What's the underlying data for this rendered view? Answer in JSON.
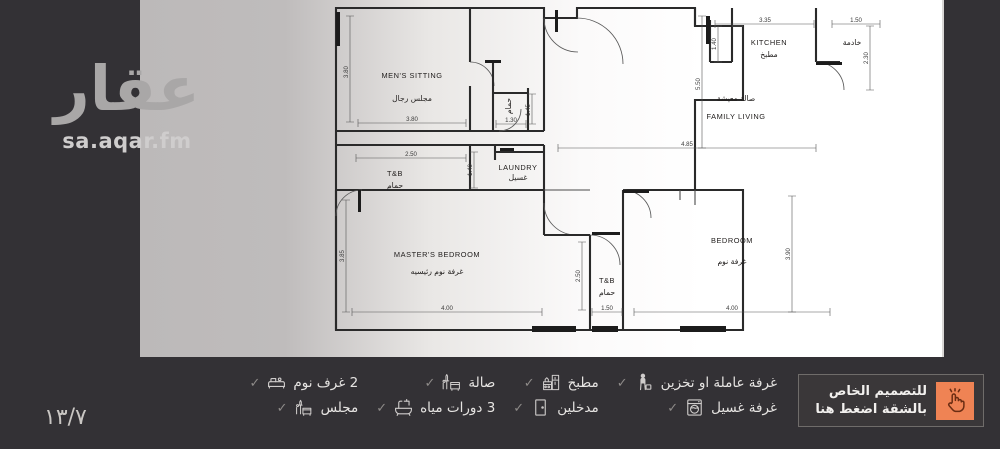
{
  "watermark": {
    "logo_text": "عقار",
    "url": "sa.aqar.fm"
  },
  "page_counter": "١٣/٧",
  "floorplan": {
    "rooms": [
      {
        "en": "MEN'S SITTING",
        "ar": "مجلس رجال",
        "w": "3.80",
        "h": "3.80"
      },
      {
        "en": "",
        "ar": "حمام",
        "w": "1.30",
        "h": "1.45"
      },
      {
        "en": "KITCHEN",
        "ar": "مطبخ",
        "w": "3.35",
        "h": "1.40"
      },
      {
        "en": "",
        "ar": "خادمة",
        "w": "1.50",
        "h": "2.30"
      },
      {
        "en": "FAMILY LIVING",
        "ar": "صالة معيشة",
        "w": "4.85",
        "h": "5.50"
      },
      {
        "en": "T&B",
        "ar": "حمام",
        "w": "2.50",
        "h": "1.40"
      },
      {
        "en": "LAUNDRY",
        "ar": "غسيل",
        "w": "",
        "h": ""
      },
      {
        "en": "MASTER'S BEDROOM",
        "ar": "غرفة نوم رئيسيه",
        "w": "4.00",
        "h": "3.85"
      },
      {
        "en": "T&B",
        "ar": "حمام",
        "w": "1.50",
        "h": "2.50"
      },
      {
        "en": "BEDROOM",
        "ar": "غرفة نوم",
        "w": "4.00",
        "h": "3.90"
      }
    ],
    "labels": {
      "mens_sitting_en": "MEN'S SITTING",
      "mens_sitting_ar": "مجلس رجال",
      "bath1_ar": "حمام",
      "kitchen_en": "KITCHEN",
      "kitchen_ar": "مطبخ",
      "maid_ar": "خادمة",
      "family_en": "FAMILY LIVING",
      "family_ar": "صالة معيشة",
      "tb1_en": "T&B",
      "tb1_ar": "حمام",
      "laundry_en": "LAUNDRY",
      "laundry_ar": "غسيل",
      "master_en": "MASTER'S BEDROOM",
      "master_ar": "غرفة نوم رئيسيه",
      "tb2_en": "T&B",
      "tb2_ar": "حمام",
      "bedroom_en": "BEDROOM",
      "bedroom_ar": "غرفة نوم"
    },
    "dimensions": {
      "d_mens_w": "3.80",
      "d_mens_h": "3.80",
      "d_bath1_w": "1.30",
      "d_bath1_h": "1.45",
      "d_kitchen_w": "3.35",
      "d_kitchen_h": "1.40",
      "d_maid_w": "1.50",
      "d_maid_h": "2.30",
      "d_family_w": "4.85",
      "d_family_h": "5.50",
      "d_tb1_w": "2.50",
      "d_tb1_h": "1.40",
      "d_master_w": "4.00",
      "d_master_h": "3.85",
      "d_tb2_w": "1.50",
      "d_tb2_h": "2.50",
      "d_bedroom_w": "4.00",
      "d_bedroom_h": "3.90"
    }
  },
  "features": {
    "check_glyph": "✓",
    "columns": [
      {
        "items": [
          {
            "label": "2 غرف نوم",
            "icon": "bed-icon",
            "checked": true
          },
          {
            "label": "مجلس",
            "icon": "sofa-icon",
            "checked": true
          }
        ]
      },
      {
        "items": [
          {
            "label": "صالة",
            "icon": "living-room-icon",
            "checked": true
          },
          {
            "label": "3 دورات مياه",
            "icon": "bathtub-icon",
            "checked": true
          }
        ]
      },
      {
        "items": [
          {
            "label": "مطبخ",
            "icon": "kitchen-icon",
            "checked": true
          },
          {
            "label": "مدخلين",
            "icon": "door-icon",
            "checked": true
          }
        ]
      },
      {
        "items": [
          {
            "label": "غرفة عاملة او تخزين",
            "icon": "maid-icon",
            "checked": true
          },
          {
            "label": "غرفة غسيل",
            "icon": "washing-machine-icon",
            "checked": true
          }
        ]
      }
    ]
  },
  "cta": {
    "line1": "للتصميم الخاص",
    "line2": "بالشقة اضغط هنا",
    "icon": "tap-hand-icon",
    "accent_color": "#ef8354"
  },
  "colors": {
    "background": "#333135",
    "sheet": "#ffffff",
    "text": "#e8e6e3",
    "muted": "#8d8a88",
    "accent": "#ef8354"
  }
}
